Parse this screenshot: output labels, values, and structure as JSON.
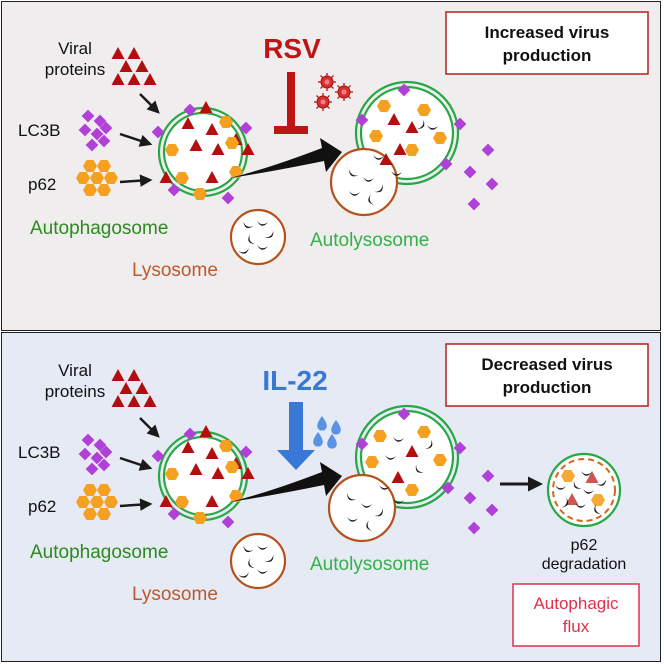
{
  "top_panel": {
    "labels": {
      "viral_proteins": [
        "Viral",
        "proteins"
      ],
      "lc3b": "LC3B",
      "p62": "p62",
      "autophagosome": "Autophagosome",
      "lysosome": "Lysosome",
      "autolysosome": "Autolysosome",
      "agent": "RSV"
    },
    "outcome_box": [
      "Increased virus",
      "production"
    ]
  },
  "bottom_panel": {
    "labels": {
      "viral_proteins": [
        "Viral",
        "proteins"
      ],
      "lc3b": "LC3B",
      "p62": "p62",
      "autophagosome": "Autophagosome",
      "lysosome": "Lysosome",
      "autolysosome": "Autolysosome",
      "agent": "IL-22",
      "p62_degradation": [
        "p62",
        "degradation"
      ]
    },
    "outcome_box": [
      "Decreased virus",
      "production"
    ],
    "flux_box": [
      "Autophagic",
      "flux"
    ]
  },
  "colors": {
    "viral": "#b10f0f",
    "lc3b": "#b040d8",
    "p62": "#f5a020",
    "membrane": "#26a844",
    "lysosome": "#b5521c",
    "autophagosome_text": "#2d8a1e",
    "autolysosome_text": "#35b04a",
    "lysosome_text": "#c0582a",
    "rsv": "#c01515",
    "il22": "#3a78d8",
    "flux_text": "#e0304a"
  }
}
